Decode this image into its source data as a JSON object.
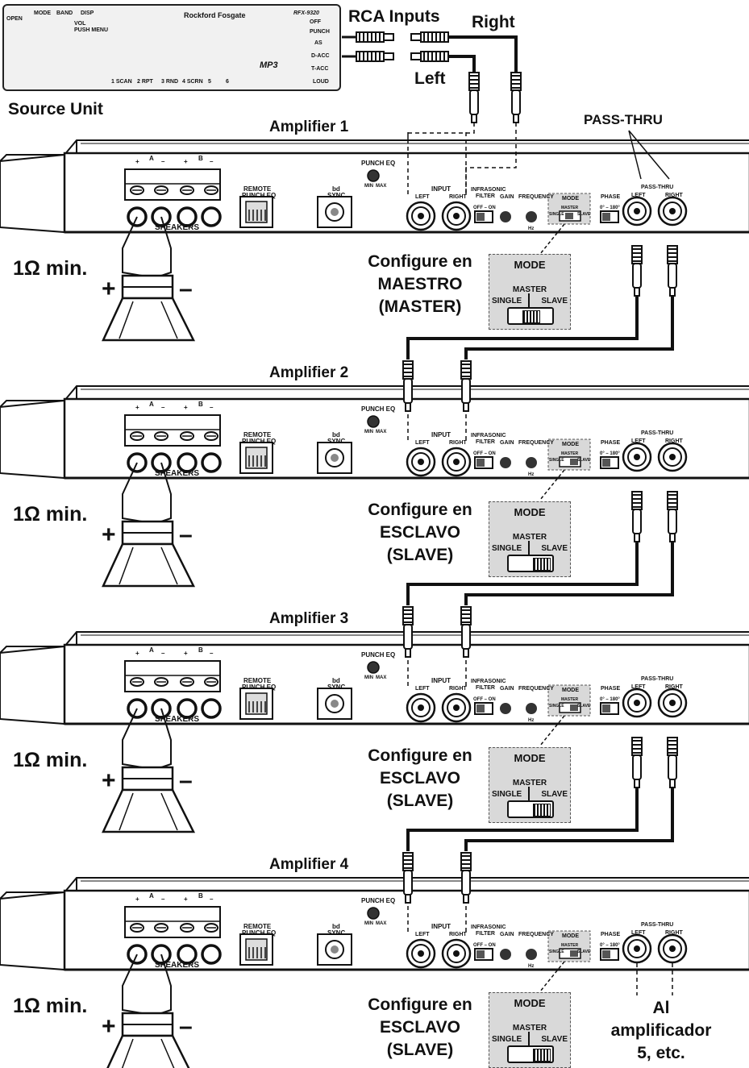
{
  "source_unit": {
    "label": "Source Unit",
    "model": "RFX-9320",
    "brand": "Rockford Fosgate",
    "display_badge": "MP3",
    "buttons_top": [
      "MODE",
      "BAND",
      "DISP"
    ],
    "buttons_right": [
      "PUNCH",
      "AS",
      "D-ACC",
      "T-ACC",
      "LOUD"
    ],
    "buttons_bottom": [
      "1 SCAN",
      "2 RPT",
      "3 RND",
      "4 SCRN",
      "5",
      "6"
    ],
    "knob_label": "VOL",
    "knob_sub": "PUSH MENU",
    "open_label": "OPEN",
    "off_label": "OFF"
  },
  "rca": {
    "title": "RCA Inputs",
    "right_label": "Right",
    "left_label": "Left"
  },
  "pass_thru_callout": "PASS-THRU",
  "amplifier_panel": {
    "terminal_a": "A",
    "terminal_b": "B",
    "plus": "+",
    "minus": "–",
    "speakers": "SPEAKERS",
    "remote_punch_eq": [
      "REMOTE",
      "PUNCH EQ"
    ],
    "bd_sync": [
      "bd",
      "SYNC"
    ],
    "punch_eq": "PUNCH EQ",
    "punch_eq_min": "MIN",
    "punch_eq_max": "MAX",
    "input": "INPUT",
    "left": "LEFT",
    "right": "RIGHT",
    "infrasonic_filter": [
      "INFRASONIC",
      "FILTER"
    ],
    "off_on": "OFF – ON",
    "gain": "GAIN",
    "frequency": "FREQUENCY",
    "hz": "Hz",
    "mode": "MODE",
    "phase": "PHASE",
    "phase_values": "0° – 180°",
    "pass_thru": "PASS-THRU",
    "single": "SINGLE",
    "master": "MASTER",
    "slave": "SLAVE"
  },
  "amplifiers": [
    {
      "name": "Amplifier 1",
      "impedance": "1Ω min.",
      "config_prefix": "Configure en",
      "config_mode": "MAESTRO",
      "config_english": "(MASTER)",
      "switch_position": "center"
    },
    {
      "name": "Amplifier 2",
      "impedance": "1Ω min.",
      "config_prefix": "Configure en",
      "config_mode": "ESCLAVO",
      "config_english": "(SLAVE)",
      "switch_position": "right"
    },
    {
      "name": "Amplifier 3",
      "impedance": "1Ω min.",
      "config_prefix": "Configure en",
      "config_mode": "ESCLAVO",
      "config_english": "(SLAVE)",
      "switch_position": "right"
    },
    {
      "name": "Amplifier 4",
      "impedance": "1Ω min.",
      "config_prefix": "Configure en",
      "config_mode": "ESCLAVO",
      "config_english": "(SLAVE)",
      "switch_position": "right"
    }
  ],
  "speaker_plus": "+",
  "speaker_minus": "–",
  "final_note": [
    "Al",
    "amplificador",
    "5, etc."
  ]
}
